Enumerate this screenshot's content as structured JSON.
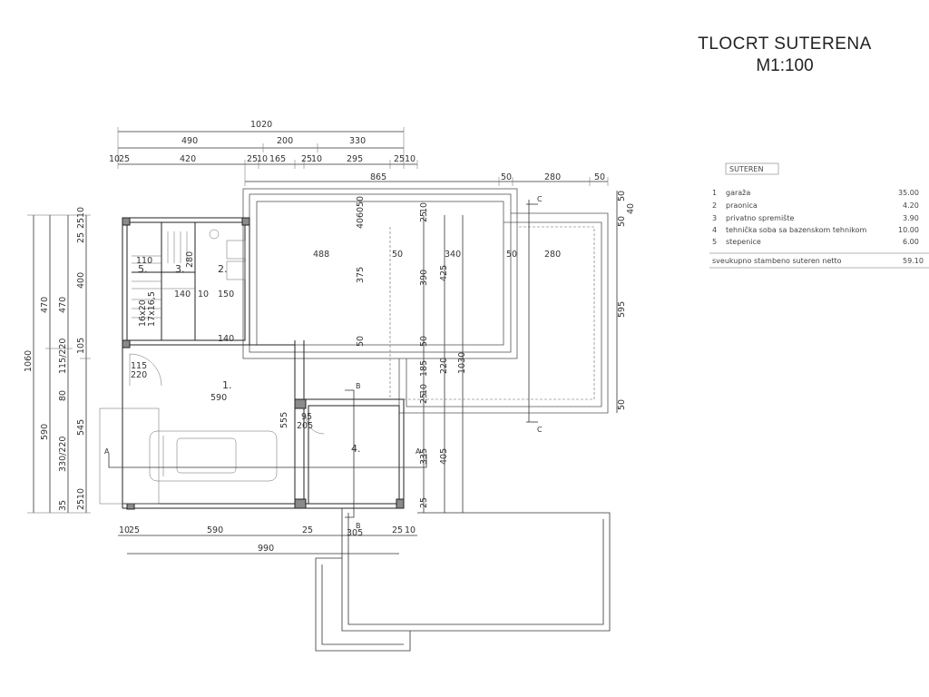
{
  "title": "TLOCRT SUTERENA",
  "scale": "M1:100",
  "legend": {
    "heading": "SUTEREN",
    "rows": [
      {
        "num": "1",
        "name": "garaža",
        "area": "35.00"
      },
      {
        "num": "2",
        "name": "praonica",
        "area": "4.20"
      },
      {
        "num": "3",
        "name": "privatno spremište",
        "area": "3.90"
      },
      {
        "num": "4",
        "name": "tehnička soba sa bazenskom tehnikom",
        "area": "10.00"
      },
      {
        "num": "5",
        "name": "stepenice",
        "area": "6.00"
      }
    ],
    "total_label": "sveukupno stambeno suteren netto",
    "total_area": "59.10"
  },
  "rooms": {
    "r1": "1.",
    "r2": "2.",
    "r3": "3.",
    "r4": "4.",
    "r5": "5."
  },
  "sections": {
    "a": "A",
    "b": "B",
    "c": "C"
  },
  "dims": {
    "top_total": "1020",
    "top_a": "490",
    "top_b": "200",
    "top_c": "330",
    "top_s1": "10",
    "top_s2": "25",
    "top_s3": "420",
    "top_s4": "25",
    "top_s5": "10",
    "top_s6": "165",
    "top_s7": "25",
    "top_s8": "10",
    "top_s9": "295",
    "top_s10": "25",
    "top_s11": "10",
    "pool_865": "865",
    "pool_50a": "50",
    "pool_280a": "280",
    "pool_50b": "50",
    "pool_488": "488",
    "pool_50c": "50",
    "pool_340": "340",
    "pool_50d": "50",
    "pool_280b": "280",
    "bot_s1": "10",
    "bot_s2": "25",
    "bot_590": "590",
    "bot_25": "25",
    "bot_305": "305",
    "bot_s3": "25",
    "bot_s4": "10",
    "bot_total": "990",
    "in_110": "110",
    "in_140a": "140",
    "in_10": "10",
    "in_150": "150",
    "in_140b": "140",
    "in_115": "115",
    "in_220": "220",
    "in_590": "590",
    "in_95": "95",
    "in_205": "205",
    "in_280": "280",
    "in_stair1": "16x20",
    "in_stair2": "17x16,5",
    "left_1060": "1060",
    "left_470a": "470",
    "left_590": "590",
    "left_470b": "470",
    "left_80": "80",
    "left_115": "115/220",
    "left_330": "330/220",
    "left_35": "35",
    "left_25a": "25",
    "left_10a": "10",
    "left_400": "400",
    "left_105": "105",
    "left_545": "545",
    "left_25b": "25",
    "left_10b": "10",
    "v_555": "555",
    "v_335": "335",
    "v_375": "375",
    "v_390": "390",
    "v_425": "425",
    "v_185": "185",
    "v_220": "220",
    "v_1030": "1030",
    "v_405": "405",
    "v_50a": "50",
    "v_60": "60",
    "v_40": "40",
    "v_50b": "50",
    "v_25a": "25",
    "v_10a": "10",
    "v_50c": "50",
    "v_25b": "25",
    "v_10b": "10",
    "v_25c": "25",
    "v_25d": "25",
    "r_50a": "50",
    "r_40": "40",
    "r_50b": "50",
    "r_595": "595",
    "r_50c": "50"
  }
}
